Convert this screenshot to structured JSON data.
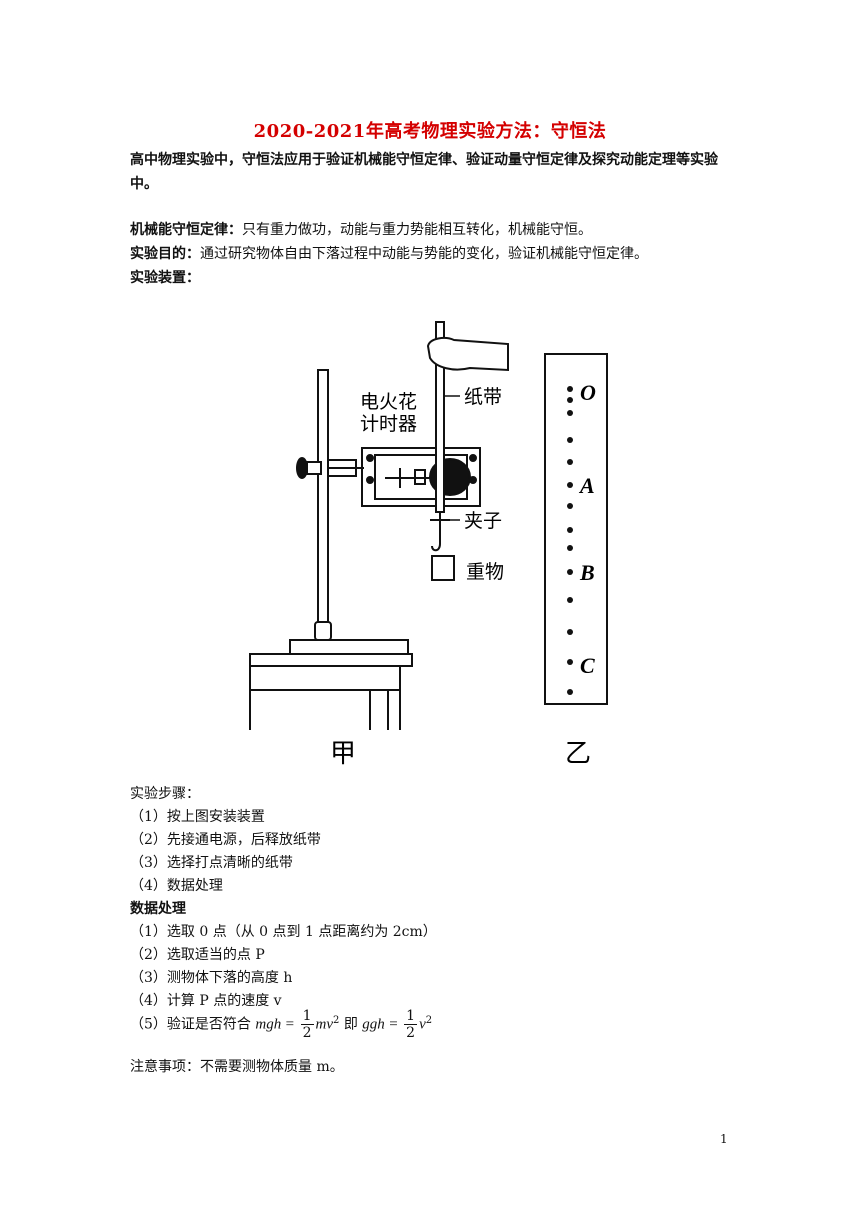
{
  "title": "2020-2021年高考物理实验方法：守恒法",
  "intro": "高中物理实验中，守恒法应用于验证机械能守恒定律、验证动量守恒定律及探究动能定理等实验中。",
  "law": {
    "label": "机械能守恒定律：",
    "text": "只有重力做功，动能与重力势能相互转化，机械能守恒。"
  },
  "purpose": {
    "label": "实验目的：",
    "text": "通过研究物体自由下落过程中动能与势能的变化，验证机械能守恒定律。"
  },
  "apparatus_label": "实验装置：",
  "figure": {
    "timer_label_line1": "电火花",
    "timer_label_line2": "计时器",
    "tape_label": "纸带",
    "clip_label": "夹子",
    "weight_label": "重物",
    "caption_left": "甲",
    "caption_right": "乙",
    "points": [
      "O",
      "A",
      "B",
      "C"
    ]
  },
  "steps": {
    "heading": "实验步骤：",
    "items": [
      "（1）按上图安装装置",
      "（2）先接通电源，后释放纸带",
      "（3）选择打点清晰的纸带",
      "（4）数据处理"
    ]
  },
  "data_processing": {
    "heading": "数据处理",
    "items": [
      "（1）选取 0 点（从 0 点到 1 点距离约为 2cm）",
      "（2）选取适当的点 P",
      "（3）测物体下落的高度 h",
      "（4）计算 P 点的速度 v"
    ],
    "item5_prefix": "（5）验证是否符合",
    "formula1_left": "mgh",
    "formula_eq": "=",
    "frac_num": "1",
    "frac_den": "2",
    "formula1_right": "mv",
    "sup": "2",
    "connector": "即",
    "formula2_left": "ggh",
    "formula2_right": "v"
  },
  "note": "注意事项：不需要测物体质量 m。",
  "page_number": "1"
}
